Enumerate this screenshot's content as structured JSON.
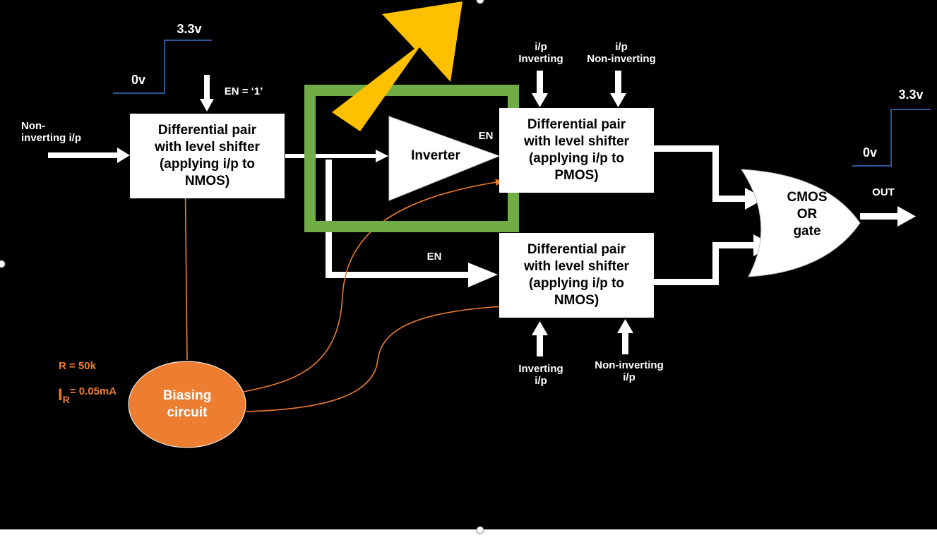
{
  "colors": {
    "background": "#000000",
    "block_fill": "#ffffff",
    "signal_line": "#ffffff",
    "step_waveform": "#2F5597",
    "bias_orange": "#ED7D31",
    "highlight_green": "#70AD47",
    "pointer_arrow_yellow": "#FFC000"
  },
  "waveform_input": {
    "high_label": "3.3v",
    "low_label": "0v"
  },
  "waveform_output": {
    "high_label": "3.3v",
    "low_label": "0v"
  },
  "en_top": {
    "label": "EN = ‘1’"
  },
  "input_left": {
    "label": "Non-\ninverting i/p"
  },
  "block_input_pair": {
    "text": "Differential pair\nwith level shifter\n(applying i/p to\nNMOS)"
  },
  "inverter": {
    "text": "Inverter",
    "en_label": "EN"
  },
  "block_pmos_pair": {
    "text": "Differential pair\nwith level shifter\n(applying i/p to\nPMOS)"
  },
  "block_nmos_pair": {
    "text": "Differential pair\nwith level shifter\n(applying i/p to\nNMOS)"
  },
  "pmos_inputs": {
    "inverting": "i/p\nInverting",
    "non_inverting": "i/p\nNon-inverting"
  },
  "nmos_inputs": {
    "inverting": "Inverting\ni/p",
    "non_inverting": "Non-inverting\ni/p"
  },
  "en_lower": {
    "label": "EN"
  },
  "or_gate": {
    "text": "CMOS\nOR\ngate"
  },
  "output": {
    "label": "OUT"
  },
  "biasing": {
    "text": "Biasing\ncircuit",
    "r_label": "R = 50k",
    "i_label_main": "I",
    "i_label_sub": "R",
    "i_label_value": "= 0.05mA"
  },
  "icons": {
    "pointer": "yellow-arrow-icon",
    "selection_handles": "selection-handle-icon"
  }
}
